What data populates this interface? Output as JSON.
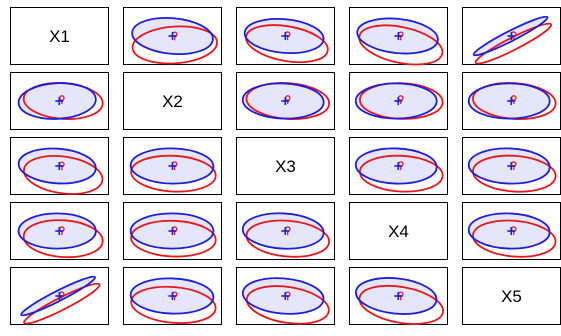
{
  "chart_data": {
    "type": "scatter-matrix-ellipses",
    "variables": [
      "X1",
      "X2",
      "X3",
      "X4",
      "X5"
    ],
    "groups": [
      {
        "name": "",
        "color": "#e8171b",
        "marker": "o"
      },
      {
        "name": "",
        "color": "#1d1ddb",
        "marker": "+"
      }
    ],
    "ellipse_fill": "#e6e6fa",
    "cells": [
      {
        "row": 0,
        "col": 1,
        "groups": [
          {
            "cx": 0.55,
            "cy": -0.35,
            "rx": 0.92,
            "ry": 0.72,
            "angle": -4
          },
          {
            "cx": 0.5,
            "cy": 0.0,
            "rx": 0.88,
            "ry": 0.7,
            "angle": 5
          }
        ]
      },
      {
        "row": 0,
        "col": 2,
        "groups": [
          {
            "cx": 0.53,
            "cy": -0.3,
            "rx": 0.9,
            "ry": 0.68,
            "angle": 10
          },
          {
            "cx": 0.47,
            "cy": 0.0,
            "rx": 0.86,
            "ry": 0.66,
            "angle": 5
          }
        ]
      },
      {
        "row": 0,
        "col": 3,
        "groups": [
          {
            "cx": 0.55,
            "cy": -0.35,
            "rx": 0.92,
            "ry": 0.7,
            "angle": 12
          },
          {
            "cx": 0.48,
            "cy": 0.0,
            "rx": 0.88,
            "ry": 0.67,
            "angle": 6
          }
        ]
      },
      {
        "row": 0,
        "col": 4,
        "groups": [
          {
            "cx": 0.54,
            "cy": -0.3,
            "rx": 0.92,
            "ry": 0.24,
            "angle": -27
          },
          {
            "cx": 0.48,
            "cy": 0.0,
            "rx": 0.9,
            "ry": 0.2,
            "angle": -27
          }
        ]
      },
      {
        "row": 1,
        "col": 0,
        "groups": [
          {
            "cx": 0.58,
            "cy": 0.0,
            "rx": 0.86,
            "ry": 0.7,
            "angle": 4
          },
          {
            "cx": 0.45,
            "cy": 0.0,
            "rx": 0.84,
            "ry": 0.7,
            "angle": -3
          }
        ]
      },
      {
        "row": 1,
        "col": 2,
        "groups": [
          {
            "cx": 0.55,
            "cy": 0.0,
            "rx": 0.9,
            "ry": 0.7,
            "angle": 4
          },
          {
            "cx": 0.45,
            "cy": 0.0,
            "rx": 0.88,
            "ry": 0.69,
            "angle": 2
          }
        ]
      },
      {
        "row": 1,
        "col": 3,
        "groups": [
          {
            "cx": 0.56,
            "cy": 0.0,
            "rx": 0.9,
            "ry": 0.7,
            "angle": 2
          },
          {
            "cx": 0.45,
            "cy": 0.0,
            "rx": 0.88,
            "ry": 0.69,
            "angle": 0
          }
        ]
      },
      {
        "row": 1,
        "col": 4,
        "groups": [
          {
            "cx": 0.56,
            "cy": 0.0,
            "rx": 0.9,
            "ry": 0.7,
            "angle": 4
          },
          {
            "cx": 0.45,
            "cy": 0.0,
            "rx": 0.88,
            "ry": 0.69,
            "angle": 0
          }
        ]
      },
      {
        "row": 2,
        "col": 0,
        "groups": [
          {
            "cx": 0.58,
            "cy": -0.35,
            "rx": 0.86,
            "ry": 0.72,
            "angle": 8
          },
          {
            "cx": 0.45,
            "cy": 0.0,
            "rx": 0.84,
            "ry": 0.68,
            "angle": 4
          }
        ]
      },
      {
        "row": 2,
        "col": 1,
        "groups": [
          {
            "cx": 0.52,
            "cy": -0.3,
            "rx": 0.92,
            "ry": 0.7,
            "angle": 3
          },
          {
            "cx": 0.49,
            "cy": 0.0,
            "rx": 0.9,
            "ry": 0.69,
            "angle": 1
          }
        ]
      },
      {
        "row": 2,
        "col": 3,
        "groups": [
          {
            "cx": 0.56,
            "cy": -0.3,
            "rx": 0.9,
            "ry": 0.7,
            "angle": 3
          },
          {
            "cx": 0.45,
            "cy": 0.0,
            "rx": 0.88,
            "ry": 0.69,
            "angle": 2
          }
        ]
      },
      {
        "row": 2,
        "col": 4,
        "groups": [
          {
            "cx": 0.56,
            "cy": -0.3,
            "rx": 0.9,
            "ry": 0.7,
            "angle": 4
          },
          {
            "cx": 0.45,
            "cy": 0.0,
            "rx": 0.88,
            "ry": 0.69,
            "angle": 2
          }
        ]
      },
      {
        "row": 3,
        "col": 0,
        "groups": [
          {
            "cx": 0.58,
            "cy": -0.3,
            "rx": 0.86,
            "ry": 0.72,
            "angle": 4
          },
          {
            "cx": 0.45,
            "cy": 0.0,
            "rx": 0.84,
            "ry": 0.69,
            "angle": 0
          }
        ]
      },
      {
        "row": 3,
        "col": 1,
        "groups": [
          {
            "cx": 0.52,
            "cy": -0.3,
            "rx": 0.92,
            "ry": 0.7,
            "angle": 2
          },
          {
            "cx": 0.49,
            "cy": 0.0,
            "rx": 0.9,
            "ry": 0.69,
            "angle": 0
          }
        ]
      },
      {
        "row": 3,
        "col": 2,
        "groups": [
          {
            "cx": 0.55,
            "cy": -0.3,
            "rx": 0.9,
            "ry": 0.7,
            "angle": 5
          },
          {
            "cx": 0.45,
            "cy": 0.0,
            "rx": 0.88,
            "ry": 0.69,
            "angle": 3
          }
        ]
      },
      {
        "row": 3,
        "col": 4,
        "groups": [
          {
            "cx": 0.56,
            "cy": -0.3,
            "rx": 0.9,
            "ry": 0.7,
            "angle": 5
          },
          {
            "cx": 0.45,
            "cy": 0.0,
            "rx": 0.88,
            "ry": 0.69,
            "angle": 2
          }
        ]
      },
      {
        "row": 4,
        "col": 0,
        "groups": [
          {
            "cx": 0.55,
            "cy": -0.3,
            "rx": 0.92,
            "ry": 0.24,
            "angle": -27
          },
          {
            "cx": 0.47,
            "cy": 0.0,
            "rx": 0.9,
            "ry": 0.2,
            "angle": -27
          }
        ]
      },
      {
        "row": 4,
        "col": 1,
        "groups": [
          {
            "cx": 0.52,
            "cy": -0.35,
            "rx": 0.92,
            "ry": 0.7,
            "angle": 5
          },
          {
            "cx": 0.49,
            "cy": 0.0,
            "rx": 0.9,
            "ry": 0.69,
            "angle": 2
          }
        ]
      },
      {
        "row": 4,
        "col": 2,
        "groups": [
          {
            "cx": 0.55,
            "cy": -0.35,
            "rx": 0.9,
            "ry": 0.7,
            "angle": 9
          },
          {
            "cx": 0.45,
            "cy": 0.0,
            "rx": 0.88,
            "ry": 0.69,
            "angle": 5
          }
        ]
      },
      {
        "row": 4,
        "col": 3,
        "groups": [
          {
            "cx": 0.56,
            "cy": -0.35,
            "rx": 0.92,
            "ry": 0.7,
            "angle": 10
          },
          {
            "cx": 0.45,
            "cy": 0.0,
            "rx": 0.88,
            "ry": 0.69,
            "angle": 6
          }
        ]
      }
    ]
  }
}
